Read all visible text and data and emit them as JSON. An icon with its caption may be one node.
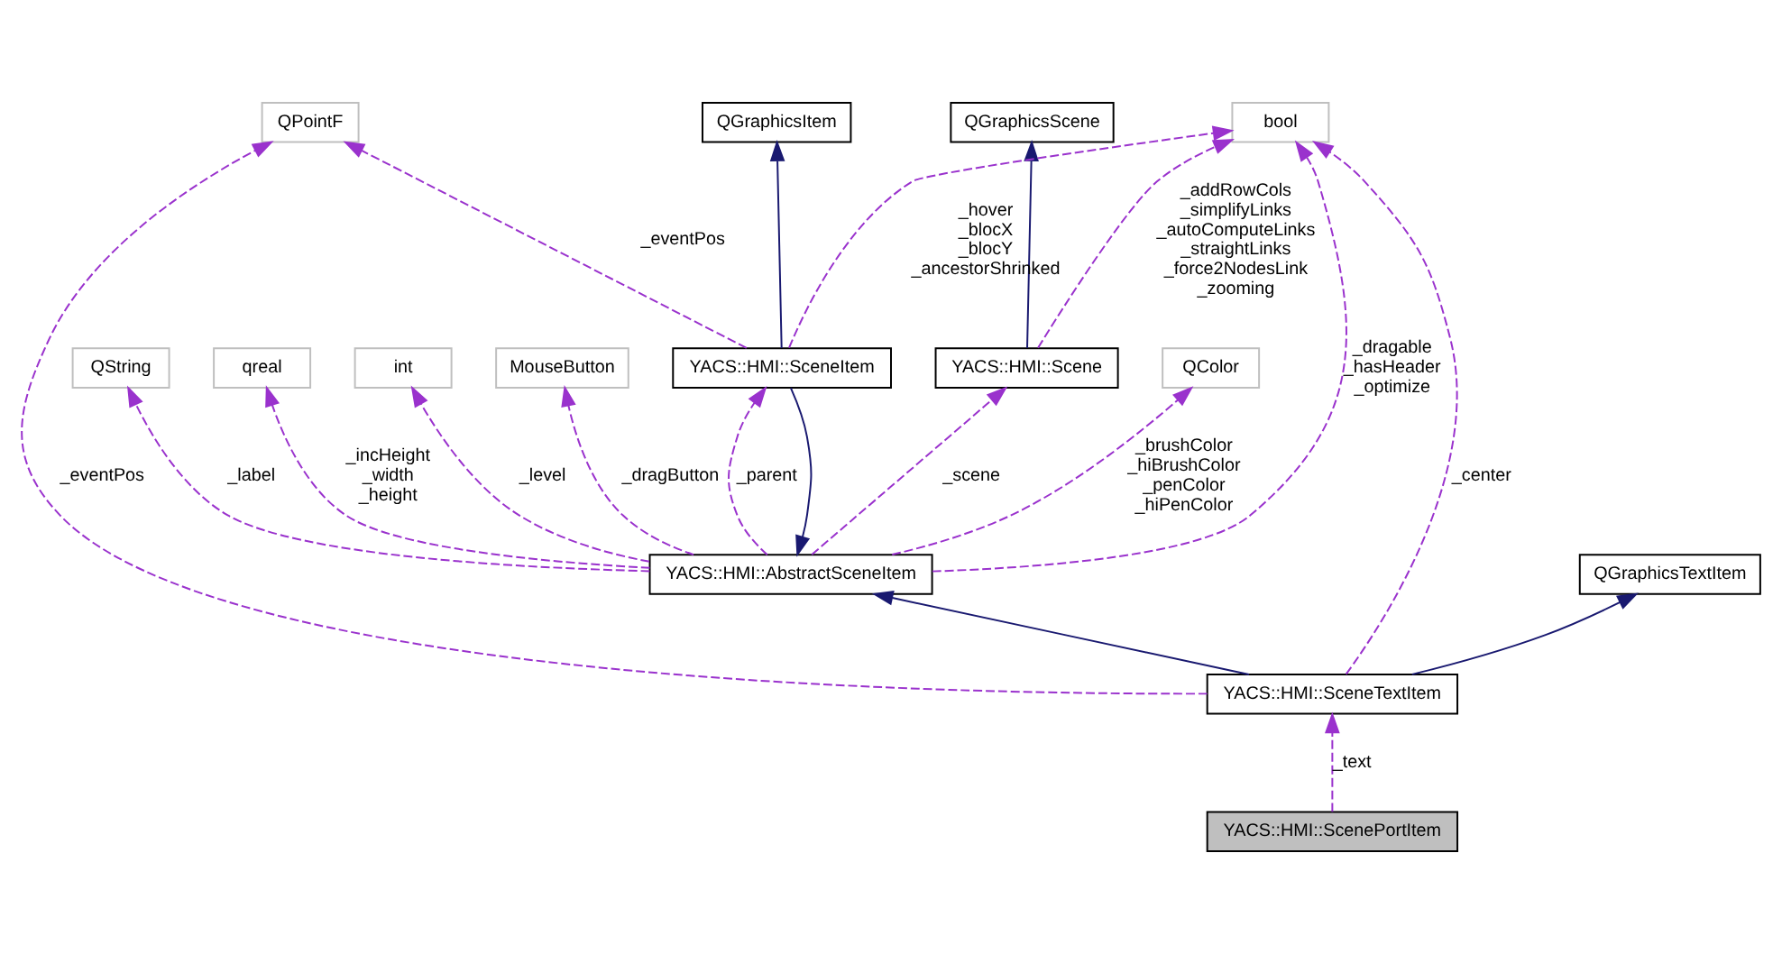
{
  "diagram": {
    "nodes": [
      {
        "text": [
          "QGraphicsScene"
        ]
      },
      {
        "text": [
          "bool"
        ]
      },
      {
        "text": [
          "MouseButton"
        ]
      },
      {
        "text": [
          "QColor"
        ]
      },
      {
        "text": [
          "QString"
        ]
      },
      {
        "text": [
          "YACS::HMI::Scene"
        ]
      },
      {
        "text": [
          "qreal"
        ]
      },
      {
        "text": [
          "int"
        ]
      },
      {
        "text": [
          "QGraphicsItem"
        ]
      },
      {
        "text": [
          "YACS::HMI::AbstractSceneItem"
        ]
      },
      {
        "text": [
          "QPointF"
        ]
      },
      {
        "text": [
          "QGraphicsTextItem"
        ]
      },
      {
        "text": [
          "YACS::HMI::SceneItem"
        ]
      },
      {
        "text": [
          "YACS::HMI::SceneTextItem"
        ]
      },
      {
        "text": [
          "YACS::HMI::ScenePortItem"
        ]
      }
    ],
    "edges": [
      {
        "from": 5,
        "to": 0,
        "arrow": "to",
        "color": "#191970"
      },
      {
        "from": 5,
        "to": 1,
        "arrow": "to",
        "style": "dashed",
        "label": "_addRowCols _simplifyLinks _autoComputeLinks _straightLinks _force2NodesLink _zooming"
      },
      {
        "from": 12,
        "to": 1,
        "arrow": "to",
        "style": "dashed",
        "label": "_hover _blocX _blocY _ancestorShrinked"
      },
      {
        "from": 9,
        "to": 1,
        "arrow": "to",
        "style": "dashed",
        "label": "_dragable _hasHeader _optimize"
      },
      {
        "from": 13,
        "to": 1,
        "arrow": "to",
        "style": "dashed",
        "label": "_center"
      },
      {
        "from": 9,
        "to": 2,
        "arrow": "to",
        "style": "dashed",
        "label": "_dragButton"
      },
      {
        "from": 9,
        "to": 3,
        "arrow": "to",
        "style": "dashed",
        "label": "_brushColor _hiBrushColor _penColor _hiPenColor"
      },
      {
        "from": 9,
        "to": 4,
        "arrow": "to",
        "style": "dashed",
        "label": "_label"
      },
      {
        "from": 9,
        "to": 5,
        "arrow": "to",
        "style": "dashed",
        "label": "_scene"
      },
      {
        "from": 9,
        "to": 6,
        "arrow": "to",
        "style": "dashed",
        "label": "_incHeight _width _height"
      },
      {
        "from": 9,
        "to": 7,
        "arrow": "to",
        "style": "dashed",
        "label": "_level"
      },
      {
        "from": 12,
        "to": 8,
        "arrow": "to",
        "color": "#191970"
      },
      {
        "from": 12,
        "to": 9,
        "arrow": "to",
        "color": "#191970"
      },
      {
        "from": 9,
        "to": 12,
        "arrow": "to",
        "style": "dashed",
        "label": "_parent"
      },
      {
        "from": 12,
        "to": 10,
        "arrow": "to",
        "style": "dashed",
        "label": "_eventPos"
      },
      {
        "from": 13,
        "to": 9,
        "arrow": "to",
        "color": "#191970"
      },
      {
        "from": 13,
        "to": 10,
        "arrow": "to",
        "style": "dashed",
        "label": "_eventPos"
      },
      {
        "from": 13,
        "to": 11,
        "arrow": "to",
        "color": "#191970"
      },
      {
        "from": 14,
        "to": 13,
        "arrow": "to",
        "style": "dashed",
        "label": "_text"
      }
    ]
  }
}
